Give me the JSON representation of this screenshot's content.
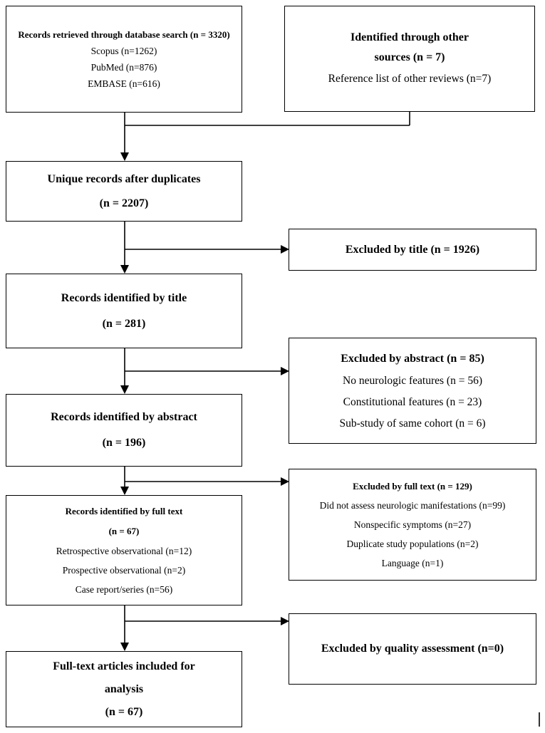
{
  "records_retrieved": {
    "title": "Records retrieved through database search (n = 3320)",
    "items": [
      "Scopus (n=1262)",
      "PubMed (n=876)",
      "EMBASE (n=616)"
    ]
  },
  "other_sources": {
    "title_line1": "Identified through other",
    "title_line2": "sources (n = 7)",
    "item": "Reference list of other reviews (n=7)"
  },
  "unique_records": {
    "title": "Unique records after duplicates",
    "count": "(n = 2207)"
  },
  "excluded_title": {
    "title": "Excluded by title (n = 1926)"
  },
  "identified_title": {
    "title": "Records identified by title",
    "count": "(n = 281)"
  },
  "excluded_abstract": {
    "title": "Excluded by abstract (n = 85)",
    "items": [
      "No neurologic features (n = 56)",
      "Constitutional features (n = 23)",
      "Sub-study of same cohort (n = 6)"
    ]
  },
  "identified_abstract": {
    "title": "Records identified by abstract",
    "count": "(n = 196)"
  },
  "excluded_fulltext": {
    "title": "Excluded by full text (n = 129)",
    "items": [
      "Did not assess neurologic manifestations (n=99)",
      "Nonspecific symptoms (n=27)",
      "Duplicate study populations (n=2)",
      "Language (n=1)"
    ]
  },
  "identified_fulltext": {
    "title": "Records identified by full text",
    "count": "(n = 67)",
    "items": [
      "Retrospective observational (n=12)",
      "Prospective observational (n=2)",
      "Case report/series (n=56)"
    ]
  },
  "excluded_quality": {
    "title": "Excluded by quality assessment (n=0)"
  },
  "included": {
    "title_line1": "Full-text articles included for",
    "title_line2": "analysis",
    "count": "(n = 67)"
  }
}
